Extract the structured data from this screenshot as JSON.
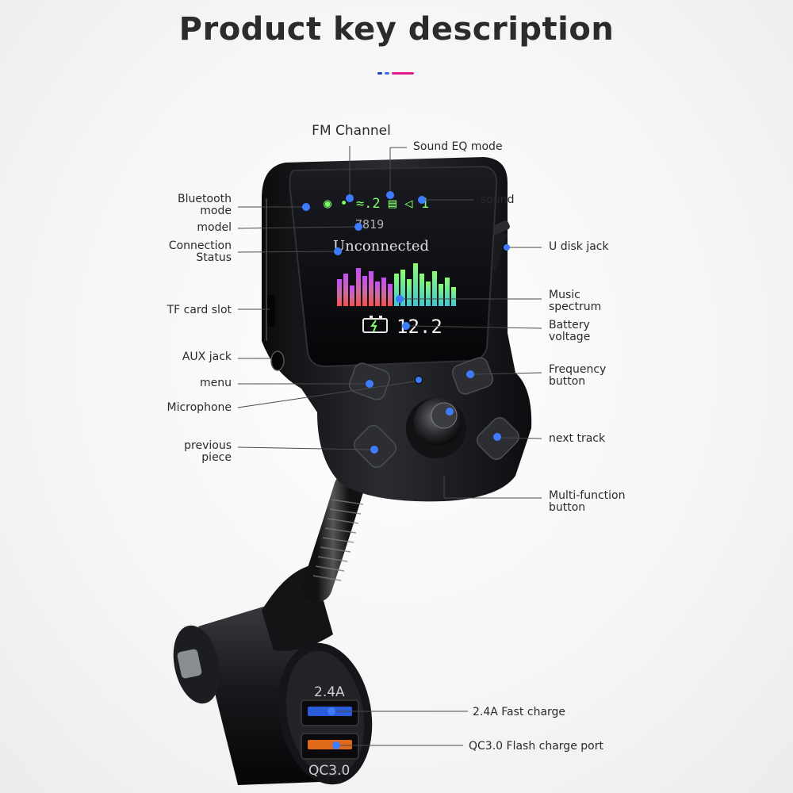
{
  "title": "Product key description",
  "accent_colors": {
    "marker": "#3d7bff",
    "screen_green": "#7dff6a",
    "screen_purple": "#b54cff"
  },
  "screen": {
    "status_text": "◉ • ≈.2 ▤ ◁ 1",
    "model_text": "7819",
    "connection_text": "Unconnected",
    "voltage_text": "12.2"
  },
  "ports": {
    "top_port": "2.4A",
    "bottom_port": "QC3.0"
  },
  "labels": {
    "fm_channel": "FM Channel",
    "sound_eq_mode": "Sound EQ mode",
    "bluetooth_mode": [
      "Bluetooth",
      "mode"
    ],
    "sound": "sound",
    "model": "model",
    "connection_status": [
      "Connection",
      "Status"
    ],
    "u_disk_jack": "U disk jack",
    "tf_card_slot": "TF card slot",
    "music_spectrum": [
      "Music",
      "spectrum"
    ],
    "battery_voltage": [
      "Battery",
      "voltage"
    ],
    "aux_jack": "AUX jack",
    "frequency_button": [
      "Frequency",
      "button"
    ],
    "menu": "menu",
    "microphone": "Microphone",
    "previous_piece": [
      "previous",
      "piece"
    ],
    "next_track": "next track",
    "multi_function_button": [
      "Multi-function",
      "button"
    ],
    "fast_charge": "2.4A Fast charge",
    "flash_charge_port": "QC3.0 Flash charge port"
  }
}
